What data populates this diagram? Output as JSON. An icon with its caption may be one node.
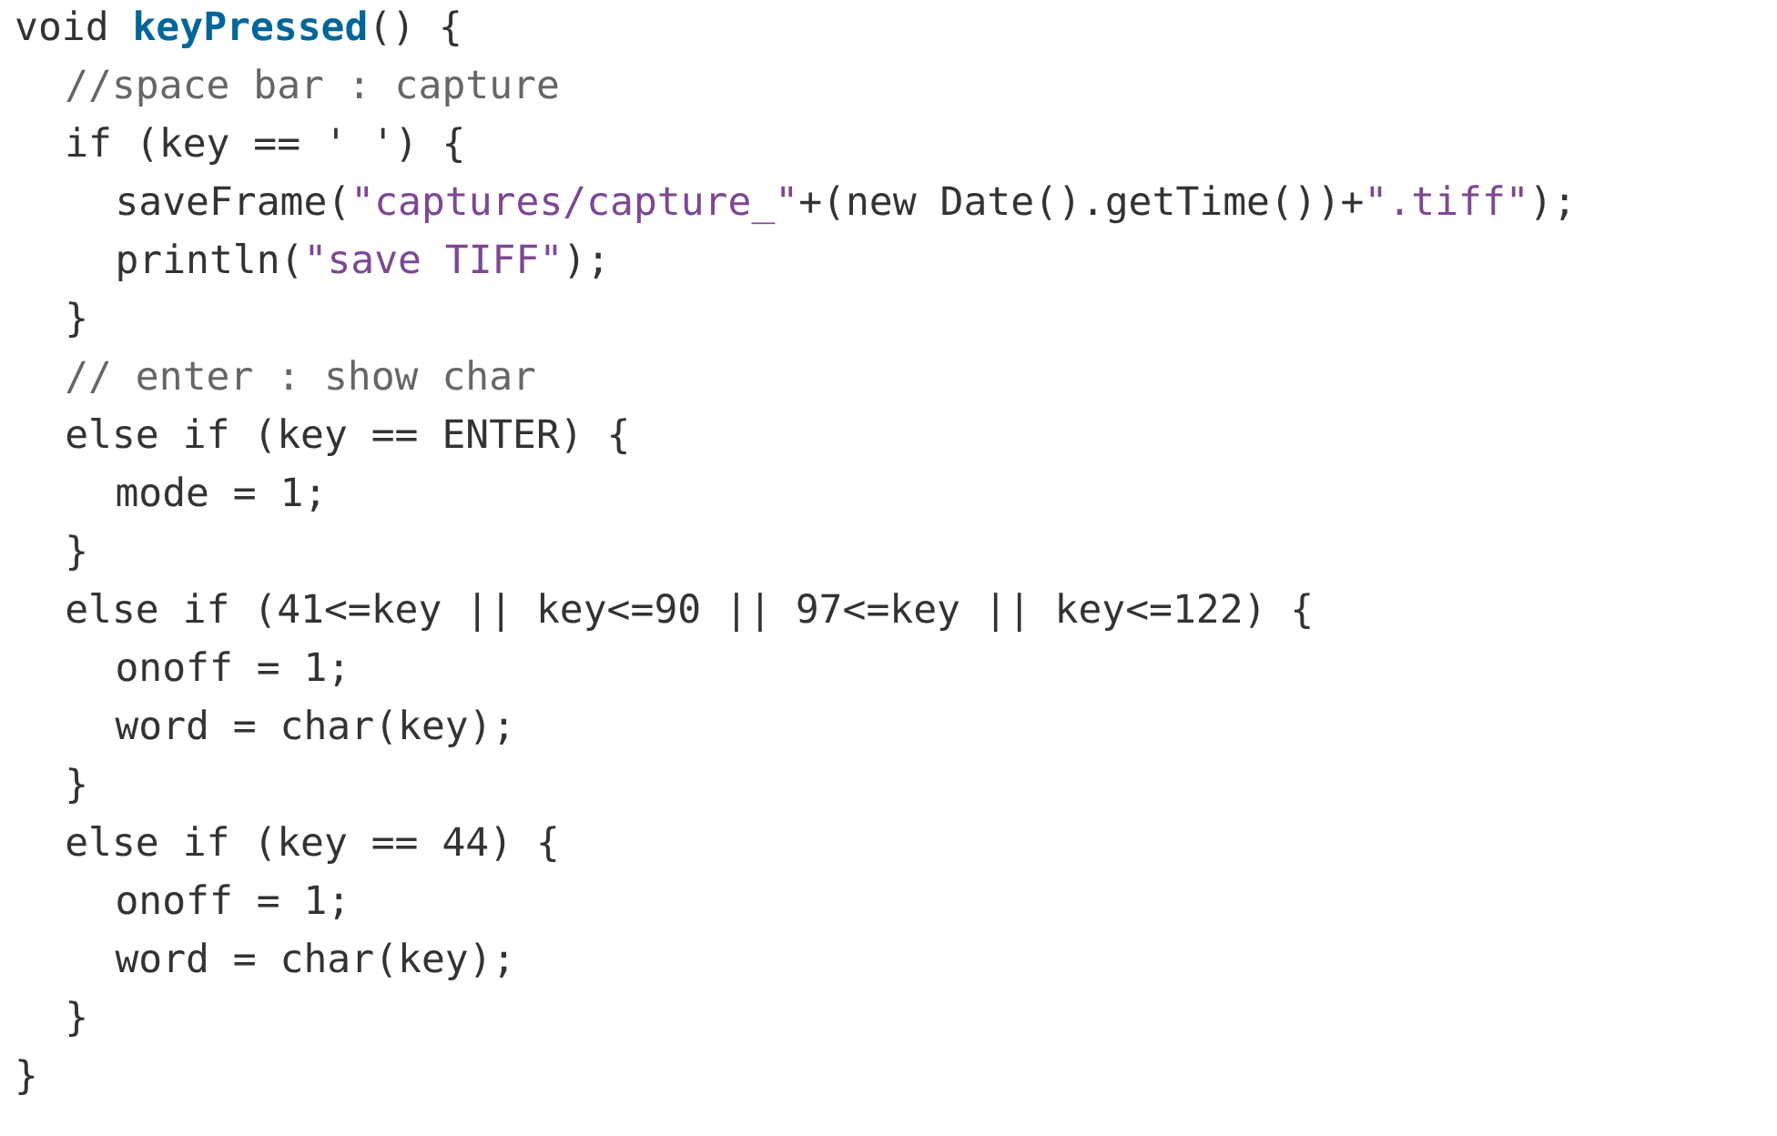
{
  "diagram": {
    "labels": [
      "void **keyPressed**() {",
      "//space bar : capture",
      "if (key == ' ') {",
      "saveFrame(\"captures/capture_\"+(new Date().getTime())+\".tiff\");",
      "println(\"save TIFF\");",
      "}",
      "// enter : show char",
      "else if (key == ENTER) {",
      "mode = 1;",
      "}",
      "else if (41<=key || key<=90 || 97<=key || key<=122) {",
      "onoff = 1;",
      "word = char(key);",
      "}",
      "else if (key == 44) {",
      "onoff = 1;",
      "word = char(key);",
      "}",
      "}"
    ]
  }
}
